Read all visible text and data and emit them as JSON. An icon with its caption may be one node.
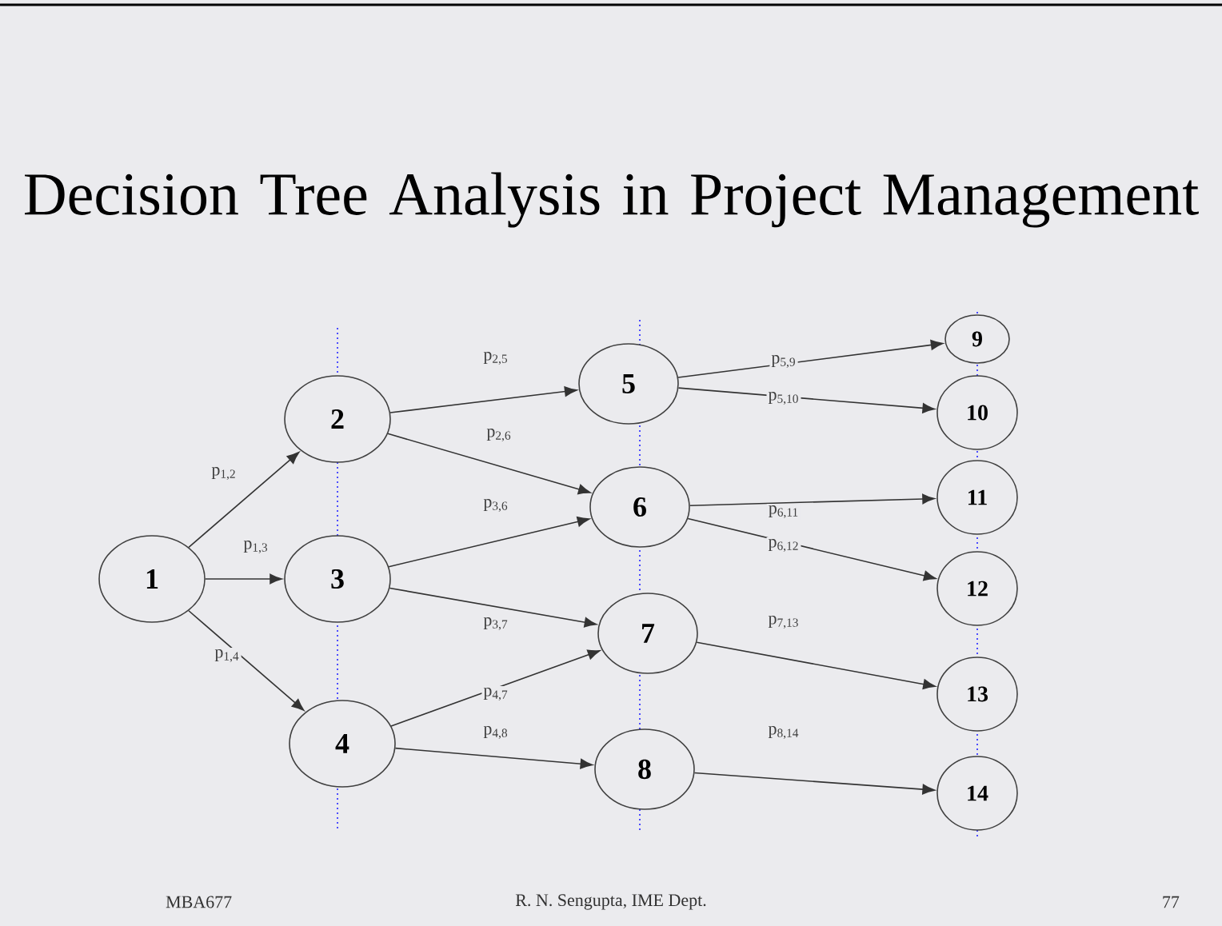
{
  "diagram": {
    "title": "Decision Tree Analysis in Project Management",
    "nodes": [
      {
        "text": [
          "1"
        ]
      },
      {
        "text": [
          "2"
        ]
      },
      {
        "text": [
          "3"
        ]
      },
      {
        "text": [
          "4"
        ]
      },
      {
        "text": [
          "5"
        ]
      },
      {
        "text": [
          "6"
        ]
      },
      {
        "text": [
          "7"
        ]
      },
      {
        "text": [
          "8"
        ]
      },
      {
        "text": [
          "9"
        ]
      },
      {
        "text": [
          "10"
        ]
      },
      {
        "text": [
          "11"
        ]
      },
      {
        "text": [
          "12"
        ]
      },
      {
        "text": [
          "13"
        ]
      },
      {
        "text": [
          "14"
        ]
      }
    ],
    "edges": [
      {
        "from": 0,
        "to": 1,
        "arrow": "to",
        "label": "p$_{1,2}$"
      },
      {
        "from": 0,
        "to": 2,
        "arrow": "to",
        "label": "p$_{1,3}$"
      },
      {
        "from": 0,
        "to": 3,
        "arrow": "to",
        "label": "p$_{1,4}$"
      },
      {
        "from": 1,
        "to": 4,
        "arrow": "to",
        "label": "p$_{2,5}$"
      },
      {
        "from": 1,
        "to": 5,
        "arrow": "to",
        "label": "p$_{2,6}$"
      },
      {
        "from": 2,
        "to": 5,
        "arrow": "to",
        "label": "p$_{3,6}$"
      },
      {
        "from": 2,
        "to": 6,
        "arrow": "to",
        "label": "p$_{3,7}$"
      },
      {
        "from": 3,
        "to": 6,
        "arrow": "to",
        "label": "p$_{4,7}$"
      },
      {
        "from": 3,
        "to": 7,
        "arrow": "to",
        "label": "p$_{4,8}$"
      },
      {
        "from": 4,
        "to": 8,
        "arrow": "to",
        "label": "p$_{5,9}$"
      },
      {
        "from": 4,
        "to": 9,
        "arrow": "to",
        "label": "p$_{5,10}$"
      },
      {
        "from": 5,
        "to": 10,
        "arrow": "to",
        "label": "p$_{6,11}$"
      },
      {
        "from": 5,
        "to": 11,
        "arrow": "to",
        "label": "p$_{6,12}$"
      },
      {
        "from": 6,
        "to": 12,
        "arrow": "to",
        "label": "p$_{7,13}$"
      },
      {
        "from": 7,
        "to": 13,
        "arrow": "to",
        "label": "p$_{8,14}$"
      }
    ],
    "labels": [
      "MBA677",
      "R. N. Sengupta, IME Dept.",
      "77"
    ]
  }
}
